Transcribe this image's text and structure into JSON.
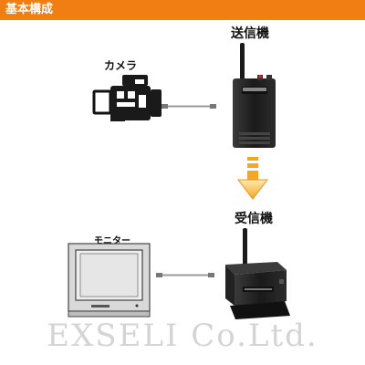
{
  "header": {
    "title": "基本構成"
  },
  "labels": {
    "transmitter": "送信機",
    "camera": "カメラ",
    "receiver": "受信機",
    "monitor": "モニター"
  },
  "watermark": "EXSELI Co.Ltd.",
  "icons": {
    "camera": "camera-icon",
    "transmitter": "transmitter-icon",
    "receiver": "receiver-icon",
    "monitor": "monitor-icon",
    "arrow": "arrow-down-icon",
    "cable": "cable-icon"
  },
  "colors": {
    "header": "#f07e12",
    "arrow": "#f5a623",
    "device_dark": "#1e1e1e",
    "monitor_gray": "#d0d0d0",
    "watermark": "#d4d4d4"
  }
}
